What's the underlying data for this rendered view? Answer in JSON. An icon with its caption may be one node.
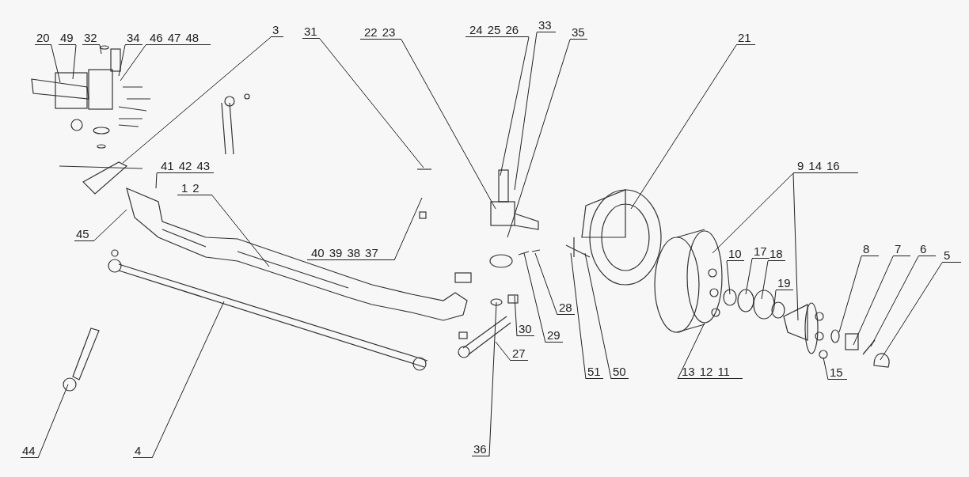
{
  "diagram": {
    "nodes": [
      {
        "text": [
          "20"
        ]
      },
      {
        "text": [
          "49"
        ]
      },
      {
        "text": [
          "32"
        ]
      },
      {
        "text": [
          "34"
        ]
      },
      {
        "text": [
          "46",
          "47",
          "48"
        ]
      },
      {
        "text": [
          "3"
        ]
      },
      {
        "text": [
          "31"
        ]
      },
      {
        "text": [
          "22",
          "23"
        ]
      },
      {
        "text": [
          "24",
          "25",
          "26"
        ]
      },
      {
        "text": [
          "33"
        ]
      },
      {
        "text": [
          "35"
        ]
      },
      {
        "text": [
          "21"
        ]
      },
      {
        "text": [
          "9",
          "14",
          "16"
        ]
      },
      {
        "text": [
          "41",
          "42",
          "43"
        ]
      },
      {
        "text": [
          "1",
          "2"
        ]
      },
      {
        "text": [
          "45"
        ]
      },
      {
        "text": [
          "40",
          "39",
          "38",
          "37"
        ]
      },
      {
        "text": [
          "8"
        ]
      },
      {
        "text": [
          "7"
        ]
      },
      {
        "text": [
          "6"
        ]
      },
      {
        "text": [
          "5"
        ]
      },
      {
        "text": [
          "10"
        ]
      },
      {
        "text": [
          "17"
        ]
      },
      {
        "text": [
          "18"
        ]
      },
      {
        "text": [
          "19"
        ]
      },
      {
        "text": [
          "28"
        ]
      },
      {
        "text": [
          "30"
        ]
      },
      {
        "text": [
          "29"
        ]
      },
      {
        "text": [
          "27"
        ]
      },
      {
        "text": [
          "15"
        ]
      },
      {
        "text": [
          "13",
          "12",
          "11"
        ]
      },
      {
        "text": [
          "51"
        ]
      },
      {
        "text": [
          "50"
        ]
      },
      {
        "text": [
          "36"
        ]
      },
      {
        "text": [
          "44"
        ]
      },
      {
        "text": [
          "4"
        ]
      }
    ],
    "edges": [
      {
        "from": 0,
        "to": null,
        "arrow": "none"
      },
      {
        "from": 1,
        "to": null,
        "arrow": "none"
      },
      {
        "from": 2,
        "to": null,
        "arrow": "none"
      },
      {
        "from": 3,
        "to": null,
        "arrow": "none"
      },
      {
        "from": 4,
        "to": null,
        "arrow": "none"
      },
      {
        "from": 5,
        "to": null,
        "arrow": "none"
      },
      {
        "from": 6,
        "to": null,
        "arrow": "none"
      },
      {
        "from": 7,
        "to": null,
        "arrow": "none"
      },
      {
        "from": 8,
        "to": null,
        "arrow": "none"
      },
      {
        "from": 9,
        "to": null,
        "arrow": "none"
      },
      {
        "from": 10,
        "to": null,
        "arrow": "none"
      },
      {
        "from": 11,
        "to": null,
        "arrow": "none"
      },
      {
        "from": 12,
        "to": null,
        "arrow": "none"
      },
      {
        "from": 12,
        "to": null,
        "arrow": "none"
      },
      {
        "from": 13,
        "to": null,
        "arrow": "none"
      },
      {
        "from": 14,
        "to": null,
        "arrow": "none"
      },
      {
        "from": 15,
        "to": null,
        "arrow": "none"
      },
      {
        "from": 16,
        "to": null,
        "arrow": "none"
      },
      {
        "from": 17,
        "to": null,
        "arrow": "none"
      },
      {
        "from": 18,
        "to": null,
        "arrow": "none"
      },
      {
        "from": 19,
        "to": null,
        "arrow": "none"
      },
      {
        "from": 20,
        "to": null,
        "arrow": "none"
      },
      {
        "from": 21,
        "to": null,
        "arrow": "none"
      },
      {
        "from": 22,
        "to": null,
        "arrow": "none"
      },
      {
        "from": 23,
        "to": null,
        "arrow": "none"
      },
      {
        "from": 24,
        "to": null,
        "arrow": "none"
      },
      {
        "from": 25,
        "to": null,
        "arrow": "none"
      },
      {
        "from": 26,
        "to": null,
        "arrow": "none"
      },
      {
        "from": 27,
        "to": null,
        "arrow": "none"
      },
      {
        "from": 28,
        "to": null,
        "arrow": "none"
      },
      {
        "from": 29,
        "to": null,
        "arrow": "none"
      },
      {
        "from": 30,
        "to": null,
        "arrow": "none"
      },
      {
        "from": 31,
        "to": null,
        "arrow": "none"
      },
      {
        "from": 32,
        "to": null,
        "arrow": "none"
      },
      {
        "from": 33,
        "to": null,
        "arrow": "none"
      },
      {
        "from": 34,
        "to": null,
        "arrow": "none"
      },
      {
        "from": 35,
        "to": null,
        "arrow": "none"
      }
    ]
  }
}
